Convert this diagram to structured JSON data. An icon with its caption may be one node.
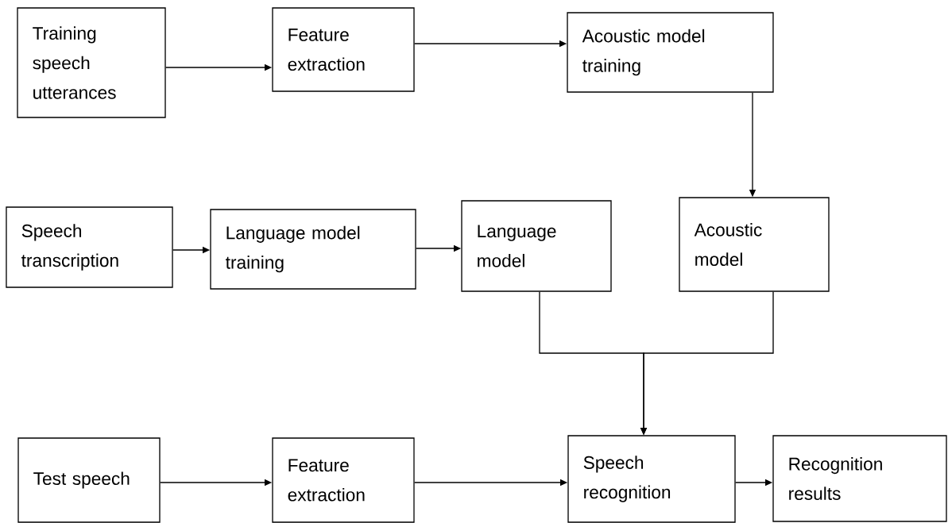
{
  "diagram": {
    "nodes": [
      {
        "text": [
          "Training speech utterances"
        ]
      },
      {
        "text": [
          "Feature extraction"
        ]
      },
      {
        "text": [
          "Acoustic model training"
        ]
      },
      {
        "text": [
          "Speech transcription"
        ]
      },
      {
        "text": [
          "Language model training"
        ]
      },
      {
        "text": [
          "Language model"
        ]
      },
      {
        "text": [
          "Acoustic model"
        ]
      },
      {
        "text": [
          "Test speech"
        ]
      },
      {
        "text": [
          "Feature extraction"
        ]
      },
      {
        "text": [
          "Speech recognition"
        ]
      },
      {
        "text": [
          "Recognition results"
        ]
      }
    ],
    "edges": [
      {
        "from": 0,
        "to": 1,
        "arrow": "to"
      },
      {
        "from": 1,
        "to": 2,
        "arrow": "to"
      },
      {
        "from": 2,
        "to": 6,
        "arrow": "to"
      },
      {
        "from": 3,
        "to": 4,
        "arrow": "to"
      },
      {
        "from": 4,
        "to": 5,
        "arrow": "to"
      },
      {
        "from": 5,
        "to": 9,
        "arrow": "to"
      },
      {
        "from": 6,
        "to": 9,
        "arrow": "to"
      },
      {
        "from": 7,
        "to": 8,
        "arrow": "to"
      },
      {
        "from": 8,
        "to": 9,
        "arrow": "to"
      },
      {
        "from": 9,
        "to": 10,
        "arrow": "to"
      }
    ]
  }
}
